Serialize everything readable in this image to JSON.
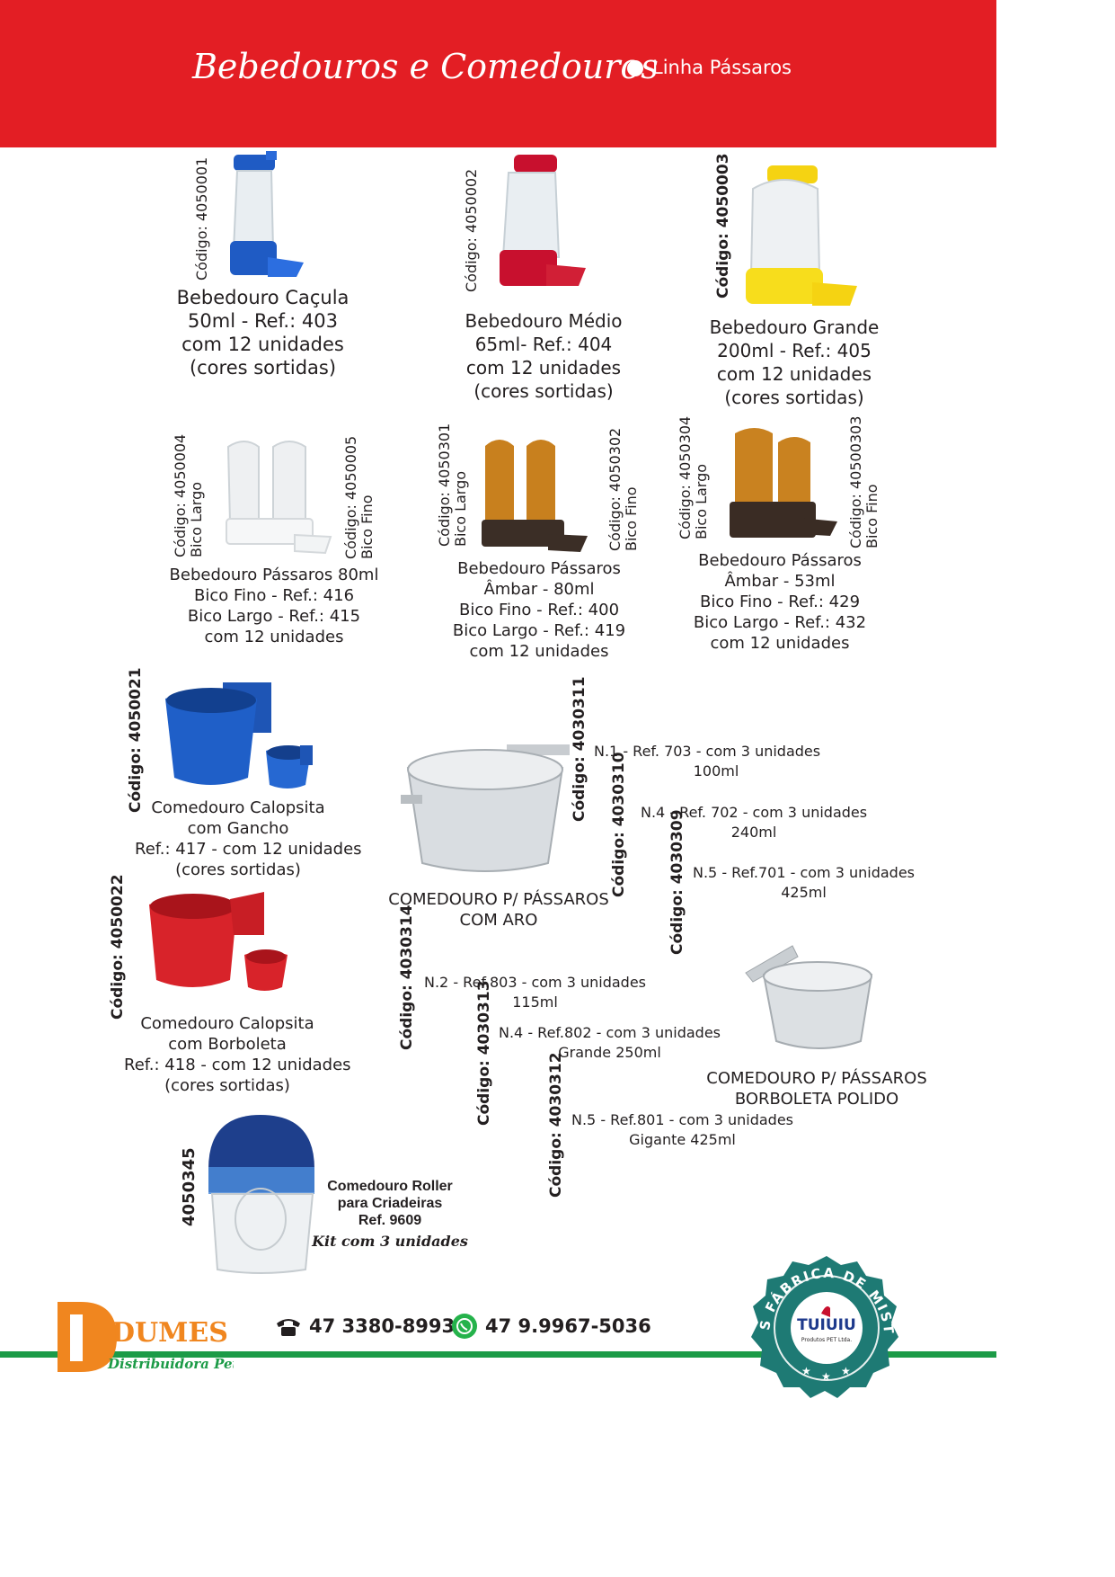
{
  "header": {
    "title": "Bebedouros e Comedouros",
    "subtitle": "Linha Pássaros",
    "color": "#e31e24"
  },
  "products": {
    "cacula": {
      "code": "Código: 4050001",
      "lines": [
        "Bebedouro Caçula",
        "50ml - Ref.: 403",
        "com 12 unidades",
        "(cores sortidas)"
      ]
    },
    "medio": {
      "code": "Código: 4050002",
      "lines": [
        "Bebedouro Médio",
        "65ml- Ref.: 404",
        "com 12 unidades",
        "(cores sortidas)"
      ]
    },
    "grande": {
      "code": "Código: 4050003",
      "lines": [
        "Bebedouro Grande",
        "200ml - Ref.: 405",
        "com 12 unidades",
        "(cores sortidas)"
      ]
    },
    "passaros80": {
      "code_a": "Código: 4050004",
      "tip_a": "Bico Largo",
      "code_b": "Código: 4050005",
      "tip_b": "Bico Fino",
      "lines": [
        "Bebedouro Pássaros 80ml",
        "Bico Fino - Ref.: 416",
        "Bico Largo - Ref.: 415",
        "com 12 unidades"
      ]
    },
    "ambar80": {
      "code_a": "Código: 4050301",
      "tip_a": "Bico Largo",
      "code_b": "Código: 4050302",
      "tip_b": "Bico Fino",
      "lines": [
        "Bebedouro Pássaros",
        "Âmbar - 80ml",
        "Bico Fino - Ref.: 400",
        "Bico Largo - Ref.: 419",
        "com 12 unidades"
      ]
    },
    "ambar53": {
      "code_a": "Código: 4050304",
      "tip_a": "Bico Largo",
      "code_b": "Código: 40500303",
      "tip_b": "Bico Fino",
      "lines": [
        "Bebedouro Pássaros",
        "Âmbar - 53ml",
        "Bico Fino - Ref.: 429",
        "Bico Largo - Ref.: 432",
        "com 12 unidades"
      ]
    },
    "gancho": {
      "code": "Código: 4050021",
      "lines": [
        "Comedouro Calopsita",
        "com Gancho",
        "Ref.: 417 - com 12 unidades",
        "(cores sortidas)"
      ]
    },
    "borboleta": {
      "code": "Código: 4050022",
      "lines": [
        "Comedouro Calopsita",
        "com Borboleta",
        "Ref.: 418 - com 12 unidades",
        "(cores sortidas)"
      ]
    },
    "aro": {
      "lines": [
        "COMEDOURO P/ PÁSSAROS",
        "COM ARO"
      ],
      "codes": [
        "Código: 4030311",
        "Código: 4030310",
        "Código: 4030309"
      ],
      "notes": [
        [
          "N.1 - Ref. 703 - com 3 unidades",
          "100ml"
        ],
        [
          "N.4 - Ref. 702 - com 3 unidades",
          "240ml"
        ],
        [
          "N.5 - Ref.701 - com 3 unidades",
          "425ml"
        ]
      ]
    },
    "polido": {
      "lines": [
        "COMEDOURO P/ PÁSSAROS",
        "BORBOLETA POLIDO"
      ],
      "codes": [
        "Código: 4030314",
        "Código: 4030313",
        "Código: 4030312"
      ],
      "notes": [
        [
          "N.2 - Ref.803 - com 3 unidades",
          "115ml"
        ],
        [
          "N.4 - Ref.802 - com 3 unidades",
          "Grande 250ml"
        ],
        [
          "N.5 - Ref.801 - com 3 unidades",
          "Gigante 425ml"
        ]
      ]
    },
    "roller": {
      "code": "4050345",
      "lines": [
        "Comedouro Roller",
        "para Criadeiras",
        "Ref. 9609"
      ],
      "kit": "Kit com 3 unidades"
    }
  },
  "footer": {
    "phone": "47 3380-8993",
    "whatsapp": "47 9.9967-5036",
    "brand_name": "DUMES",
    "brand_sub": "Distribuidora Pet",
    "seal_text": "SOMOS FÁBRICA DE MISTURAS",
    "seal_brand": "TUIUIU",
    "seal_sub": "Produtos PET Ltda."
  }
}
